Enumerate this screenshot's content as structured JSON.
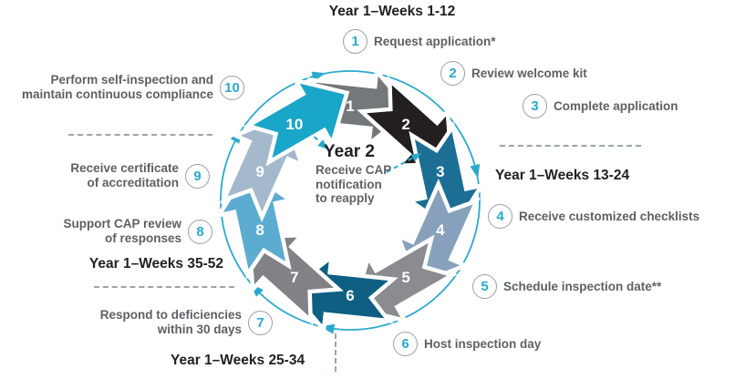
{
  "accent": "#2aa9cd",
  "headers": {
    "top": "Year 1–Weeks 1-12",
    "right": "Year 1–Weeks 13-24",
    "bottom": "Year 1–Weeks 25-34",
    "left": "Year 1–Weeks 35-52"
  },
  "center": {
    "title": "Year 2",
    "body": "Receive CAP\nnotification\nto reapply"
  },
  "steps": [
    {
      "num": "1",
      "label": "Request application*",
      "color": "#75787b"
    },
    {
      "num": "2",
      "label": "Review welcome kit",
      "color": "#231f20"
    },
    {
      "num": "3",
      "label": "Complete application",
      "color": "#1d6e94"
    },
    {
      "num": "4",
      "label": "Receive customized checklists",
      "color": "#87a1bc"
    },
    {
      "num": "5",
      "label": "Schedule inspection date**",
      "color": "#8a8c8f"
    },
    {
      "num": "6",
      "label": "Host inspection day",
      "color": "#0e5f81"
    },
    {
      "num": "7",
      "label": "Respond to deficiencies\nwithin 30 days",
      "color": "#808285"
    },
    {
      "num": "8",
      "label": "Support CAP review\nof responses",
      "color": "#5cacd1"
    },
    {
      "num": "9",
      "label": "Receive certificate\nof accreditation",
      "color": "#a4b9cb"
    },
    {
      "num": "10",
      "label": "Perform self-inspection and\nmaintain continuous compliance",
      "color": "#1aa6c8"
    }
  ]
}
